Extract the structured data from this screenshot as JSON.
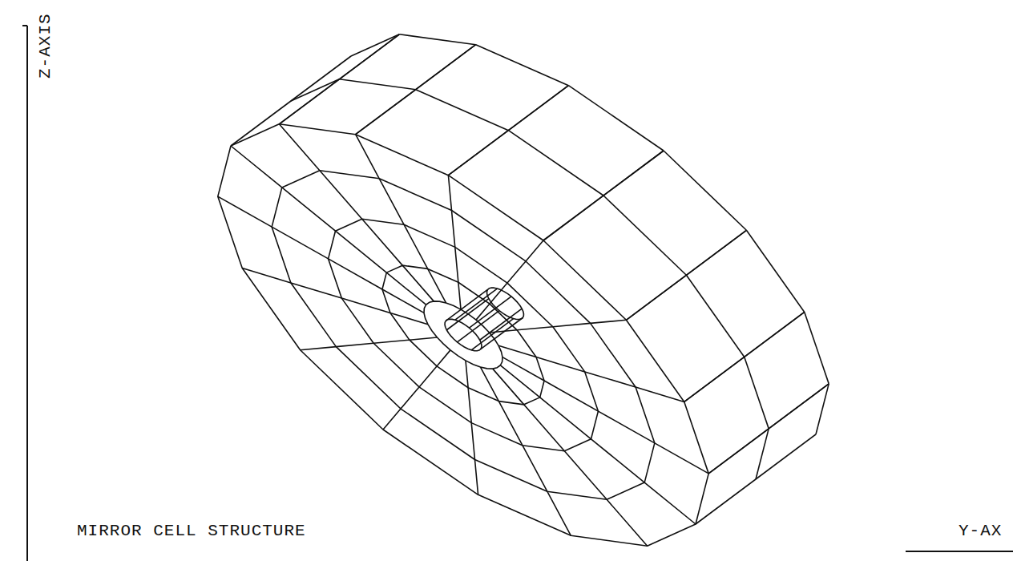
{
  "diagram": {
    "title": "MIRROR CELL STRUCTURE",
    "labels": [
      "Z-AXIS",
      "Y-AX"
    ]
  }
}
